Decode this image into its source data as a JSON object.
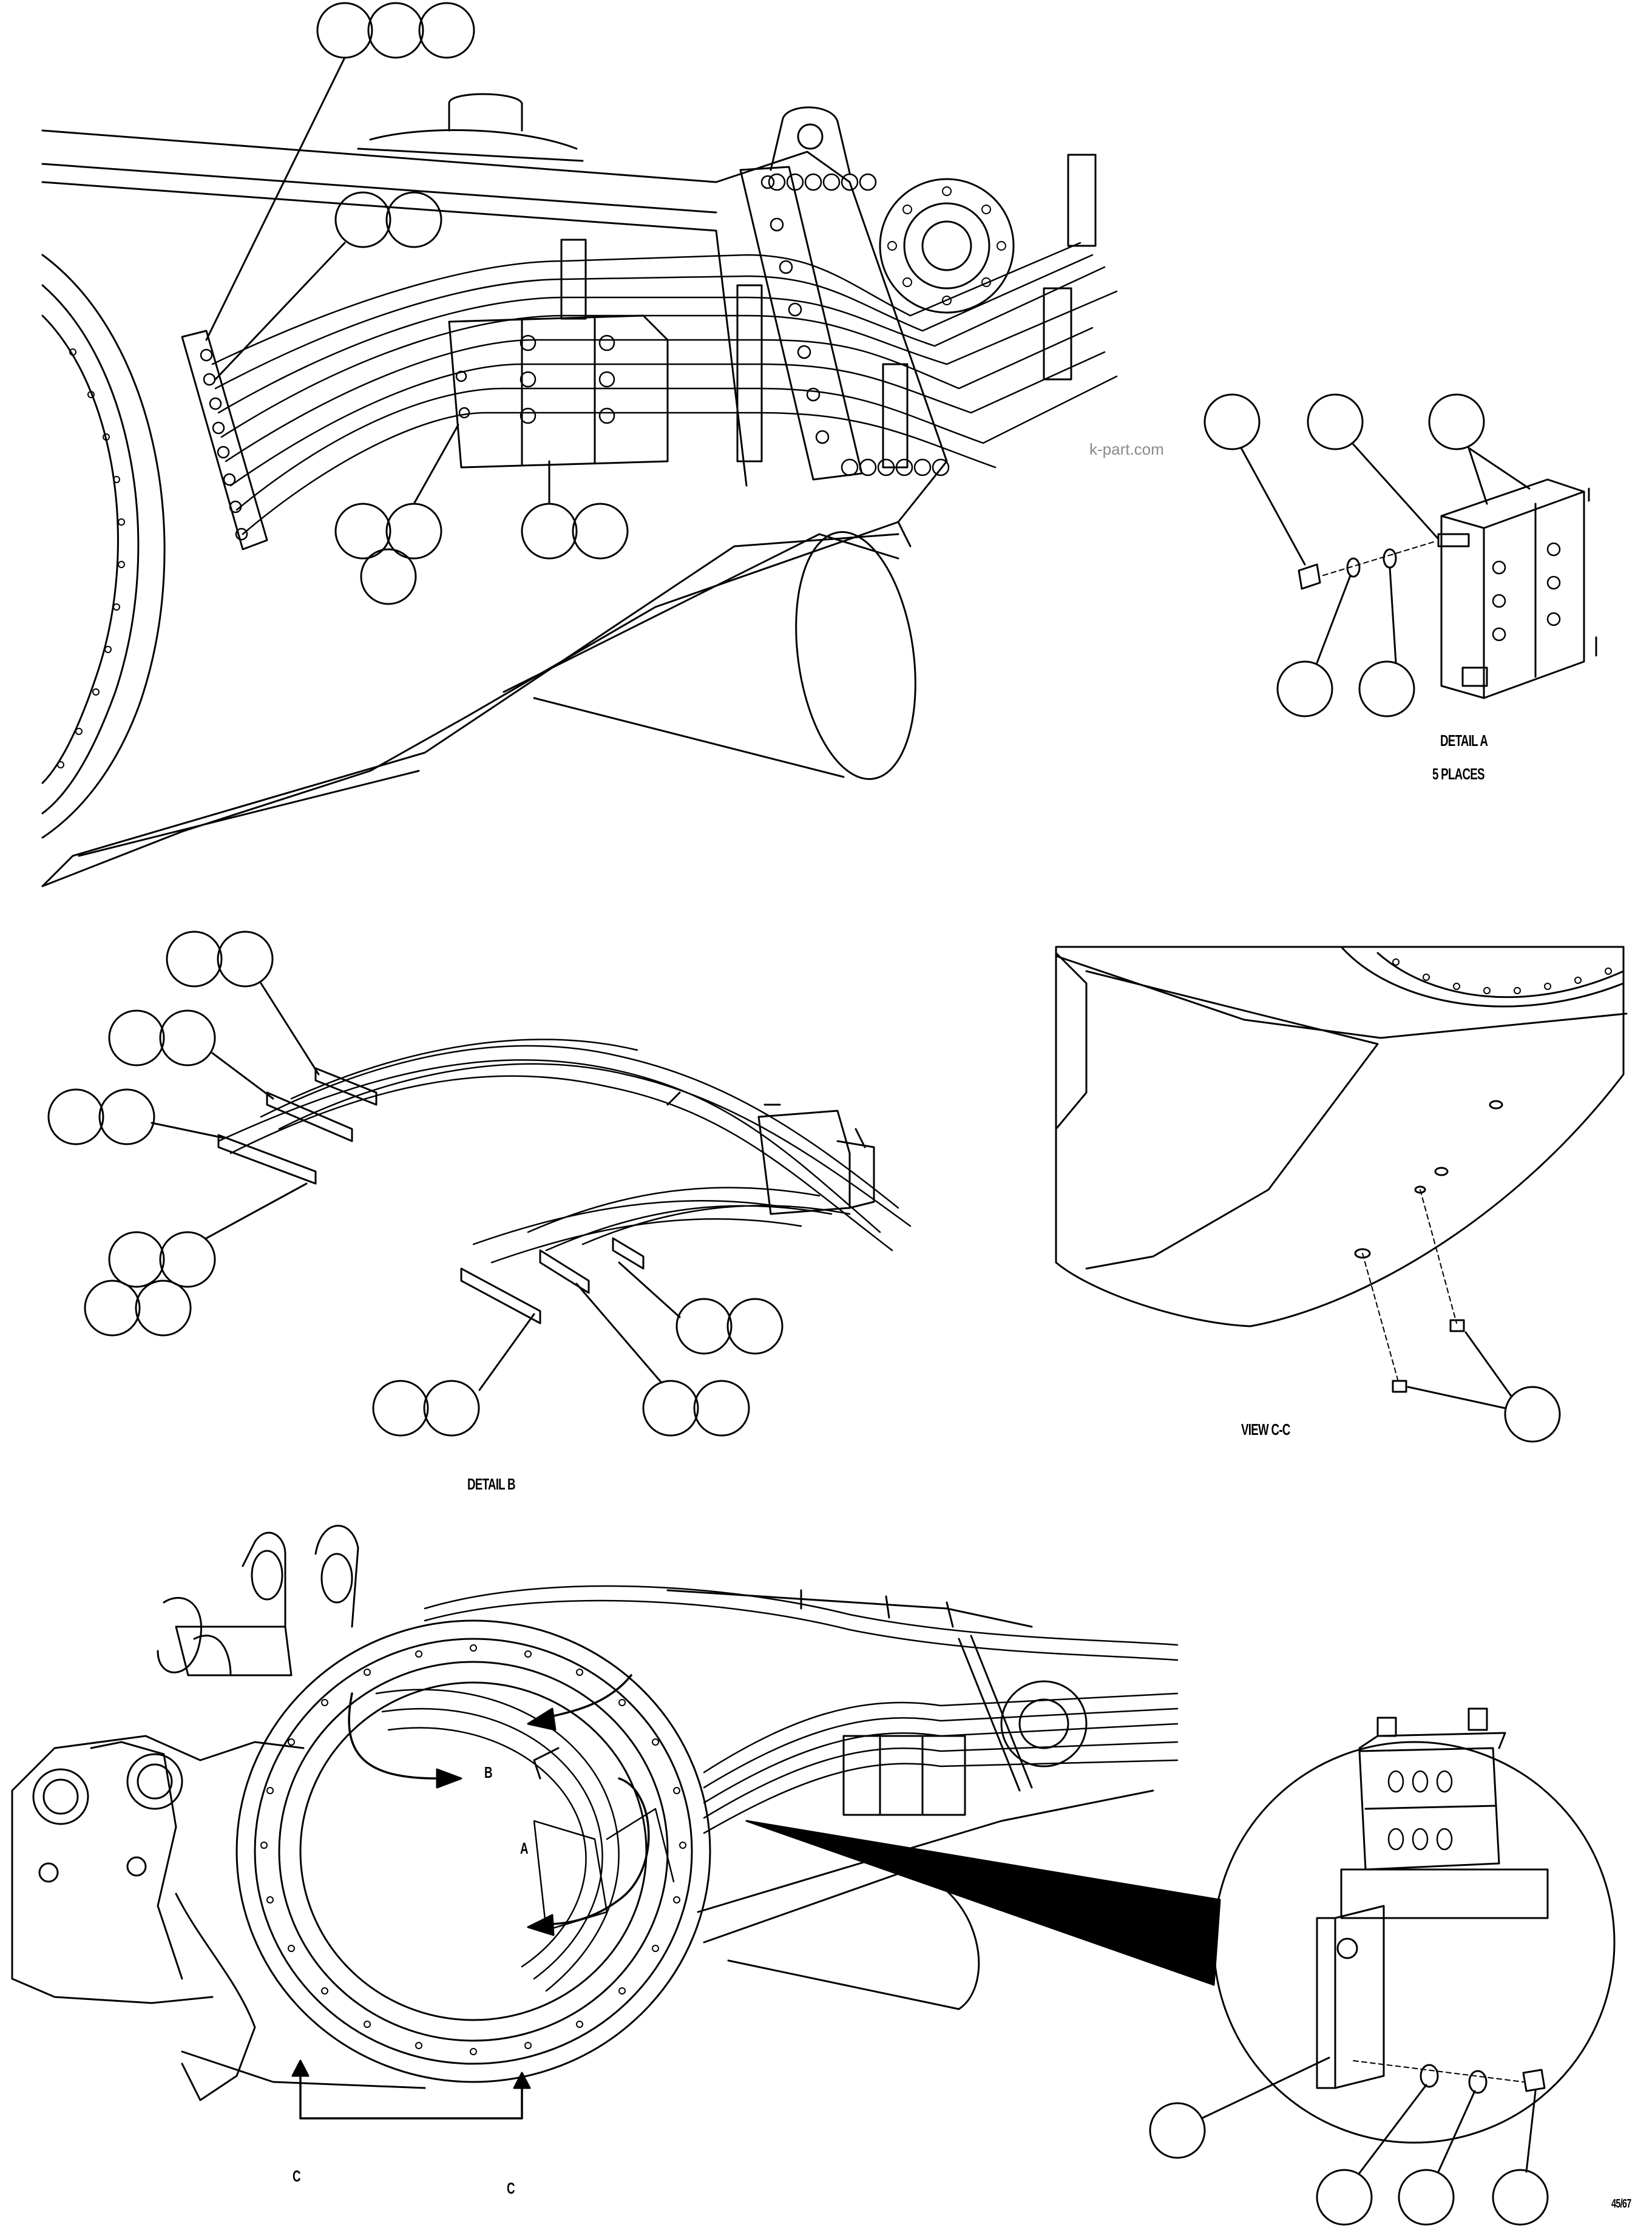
{
  "captions": {
    "detail_a": "DETAIL A",
    "detail_a_places": "5 PLACES",
    "detail_b": "DETAIL B",
    "view_cc": "VIEW C-C",
    "label_b": "B",
    "label_a": "A",
    "label_c_left": "C",
    "label_c_right": "C",
    "watermark": "k-part.com",
    "page_code": "45/67"
  },
  "colors": {
    "ink": "#000000",
    "paper": "#ffffff",
    "watermark": "#8a8a8a"
  }
}
